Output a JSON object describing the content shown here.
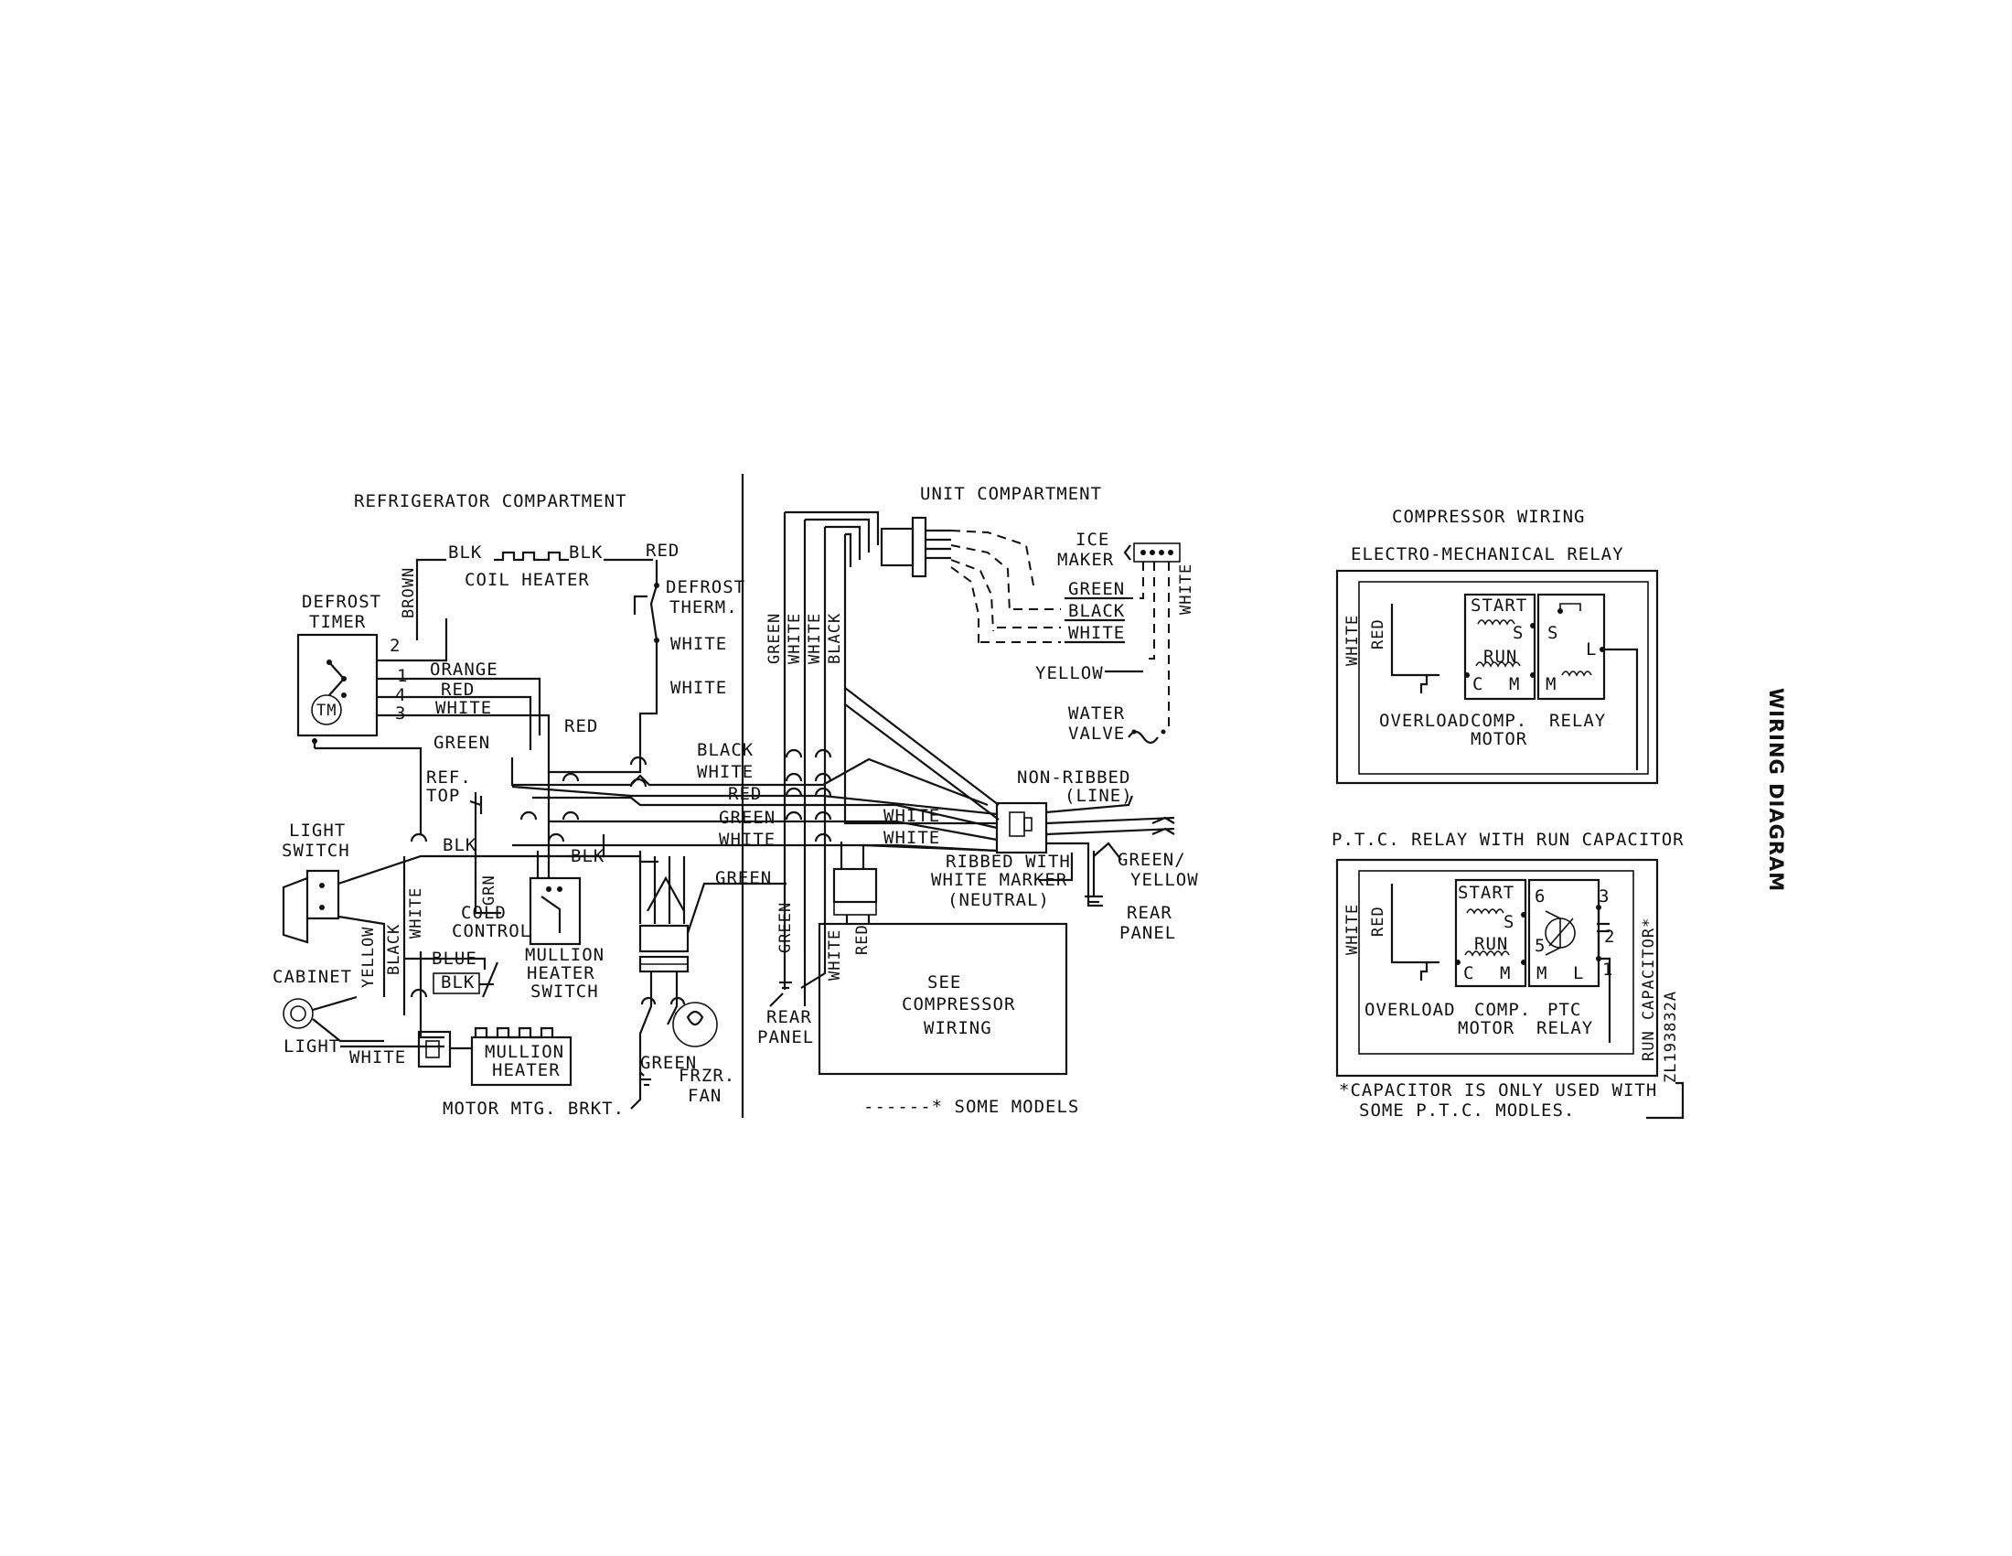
{
  "labels": {
    "ref_compartment": "REFRIGERATOR COMPARTMENT",
    "unit_compartment": "UNIT COMPARTMENT",
    "compressor_wiring": "COMPRESSOR WIRING",
    "em_relay": "ELECTRO-MECHANICAL RELAY",
    "ptc_title": "P.T.C. RELAY WITH RUN CAPACITOR",
    "wiring_diagram": "WIRING DIAGRAM",
    "blk": "BLK",
    "red": "RED",
    "brown": "BROWN",
    "coil_heater": "COIL HEATER",
    "defrost": "DEFROST",
    "therm": "THERM.",
    "white": "WHITE",
    "timer": "TIMER",
    "n2": "2",
    "n1": "1",
    "n4": "4",
    "n3": "3",
    "orange": "ORANGE",
    "tm": "TM",
    "green": "GREEN",
    "black": "BLACK",
    "ref": "REF.",
    "top": "TOP",
    "light": "LIGHT",
    "switch": "SWITCH",
    "grn": "GRN",
    "cold": "COLD",
    "control": "CONTROL",
    "yellow": "YELLOW",
    "blue": "BLUE",
    "mullion": "MULLION",
    "heater": "HEATER",
    "cabinet": "CABINET",
    "motor_mtg": "MOTOR MTG. BRKT.",
    "frzr": "FRZR.",
    "fan": "FAN",
    "rear": "REAR",
    "panel": "PANEL",
    "ice": "ICE",
    "maker": "MAKER",
    "water": "WATER",
    "valve": "VALVE",
    "non_ribbed": "NON-RIBBED",
    "line": "(LINE)",
    "ribbed_with": "RIBBED WITH",
    "white_marker": "WHITE MARKER",
    "neutral": "(NEUTRAL)",
    "green_slash": "GREEN/",
    "see": "SEE",
    "compressor": "COMPRESSOR",
    "wiring": "WIRING",
    "some_models": "------* SOME MODELS",
    "start": "START",
    "run": "RUN",
    "s": "S",
    "c": "C",
    "m": "M",
    "l": "L",
    "overload": "OVERLOAD",
    "comp": "COMP.",
    "motor": "MOTOR",
    "relay": "RELAY",
    "ptc": "PTC",
    "n5": "5",
    "n6": "6",
    "run_capacitor": "RUN CAPACITOR*",
    "capacitor_note_1": "*CAPACITOR IS ONLY USED WITH",
    "capacitor_note_2": "SOME P.T.C. MODLES.",
    "part_no": "ZL193832A"
  }
}
